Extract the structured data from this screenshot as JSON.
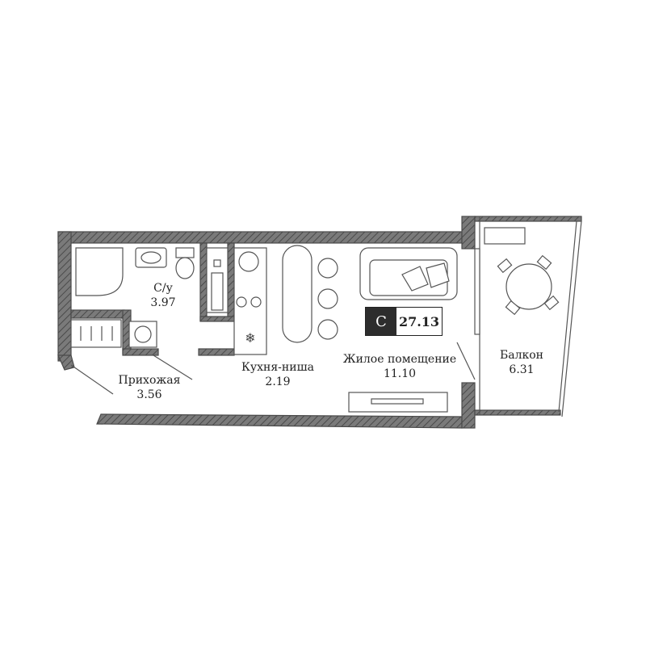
{
  "apartment": {
    "type": "С",
    "total_area": "27.13"
  },
  "rooms": [
    {
      "name": "С/у",
      "area": "3.97"
    },
    {
      "name": "Прихожая",
      "area": "3.56"
    },
    {
      "name": "Кухня-ниша",
      "area": "2.19"
    },
    {
      "name": "Жилое помещение",
      "area": "11.10"
    },
    {
      "name": "Балкон",
      "area": "6.31"
    }
  ],
  "colors": {
    "wall": "#6b6b6b",
    "line": "#555555",
    "badge_dark": "#2d2d2d"
  },
  "icons": [
    "snowflake-icon"
  ]
}
